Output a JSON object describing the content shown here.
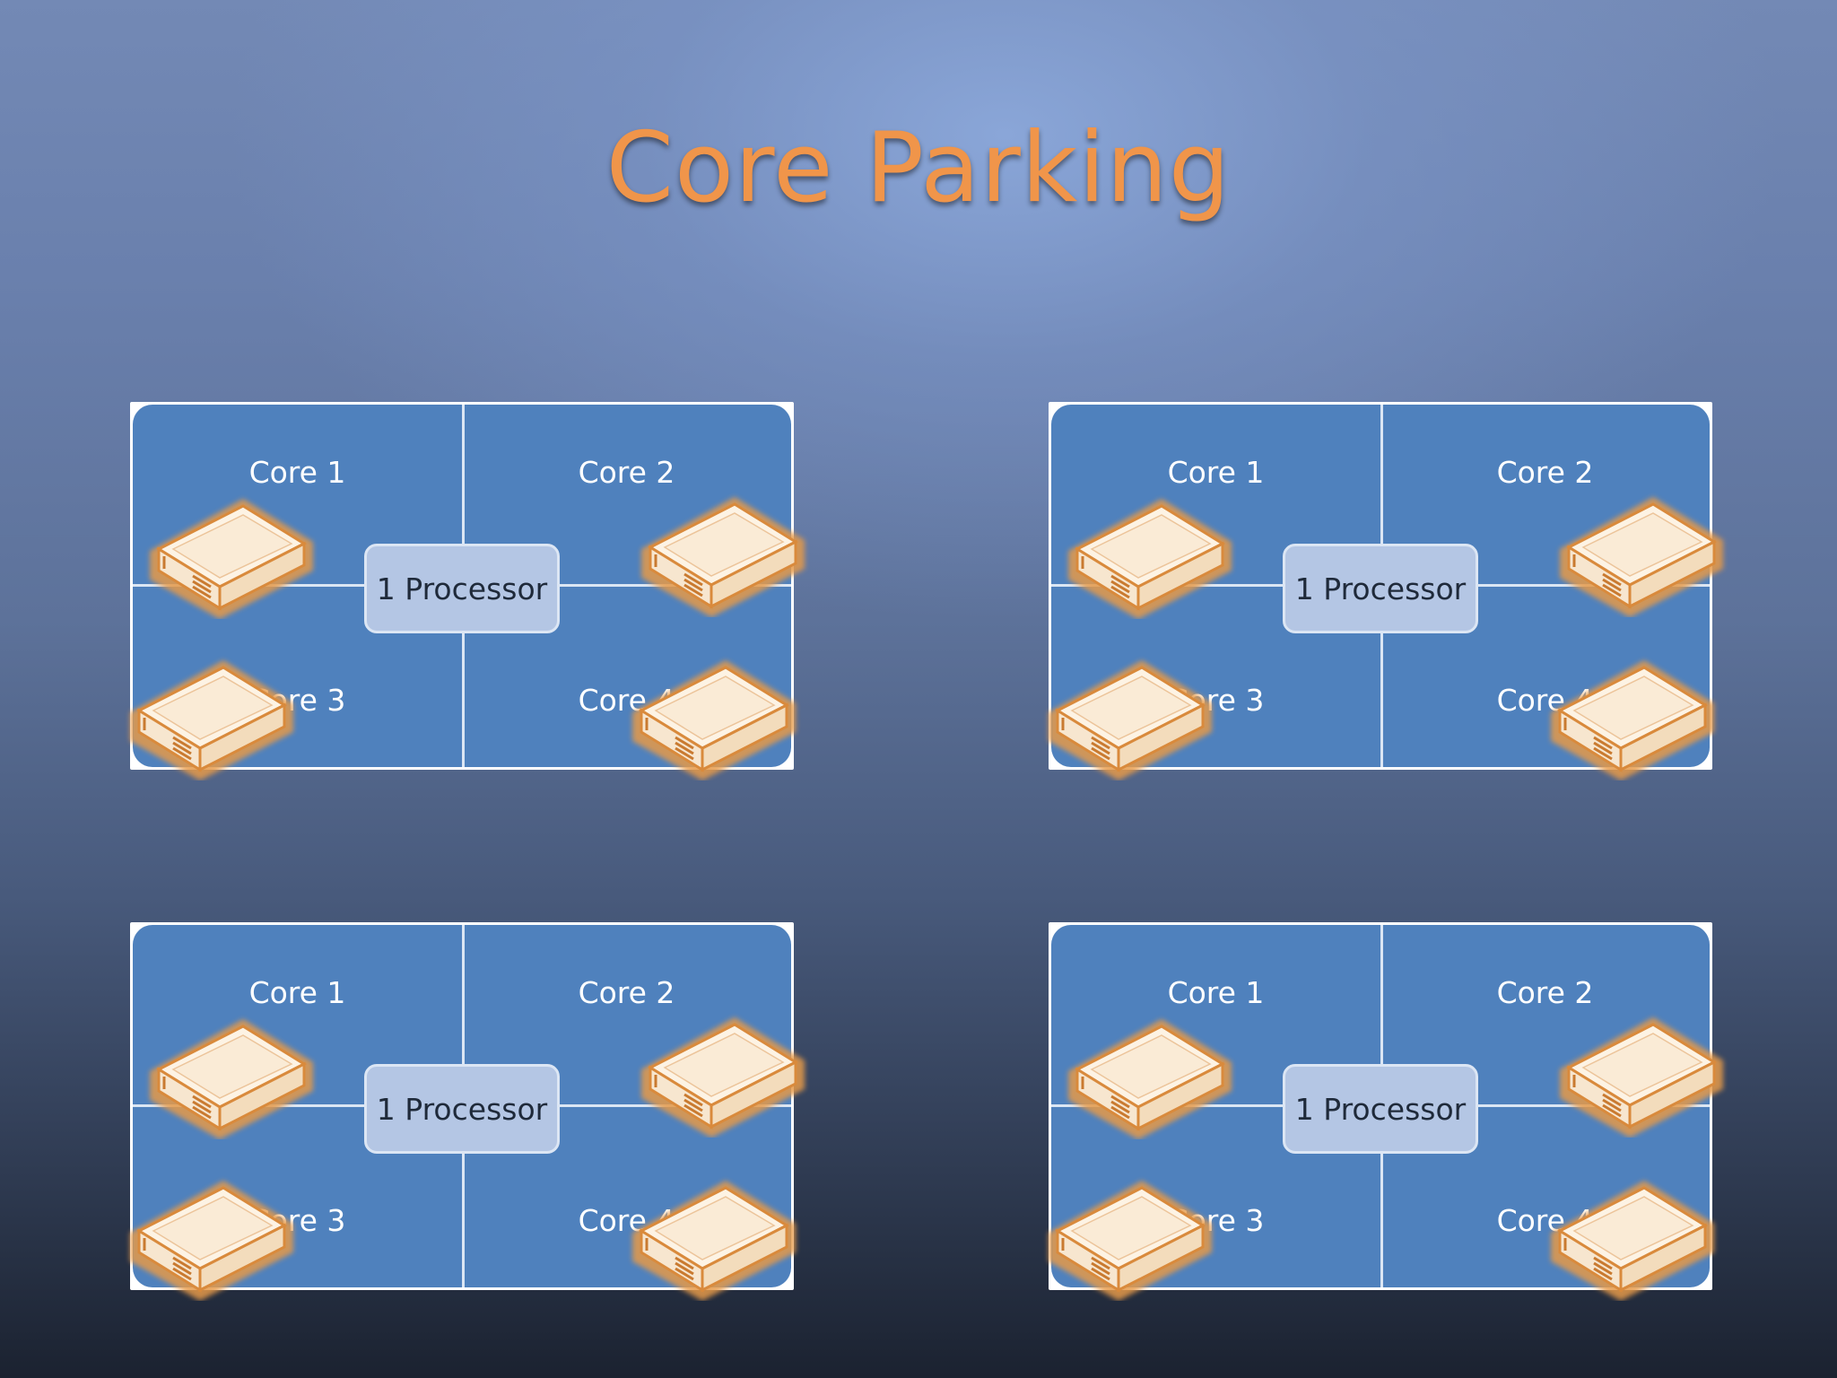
{
  "slide": {
    "title": "Core Parking"
  },
  "diagrams": [
    {
      "processor_label": "1 Processor",
      "cores": [
        "Core 1",
        "Core 2",
        "Core 3",
        "Core 4"
      ]
    },
    {
      "processor_label": "1 Processor",
      "cores": [
        "Core 1",
        "Core 2",
        "Core 3",
        "Core 4"
      ]
    },
    {
      "processor_label": "1 Processor",
      "cores": [
        "Core 1",
        "Core 2",
        "Core 3",
        "Core 4"
      ]
    },
    {
      "processor_label": "1 Processor",
      "cores": [
        "Core 1",
        "Core 2",
        "Core 3",
        "Core 4"
      ]
    }
  ],
  "colors": {
    "title": "#f0954a",
    "panel": "#4f81bd",
    "processor_box": "#b4c6e4",
    "server_glow": "#e8a050"
  },
  "icons": [
    "server-icon"
  ]
}
